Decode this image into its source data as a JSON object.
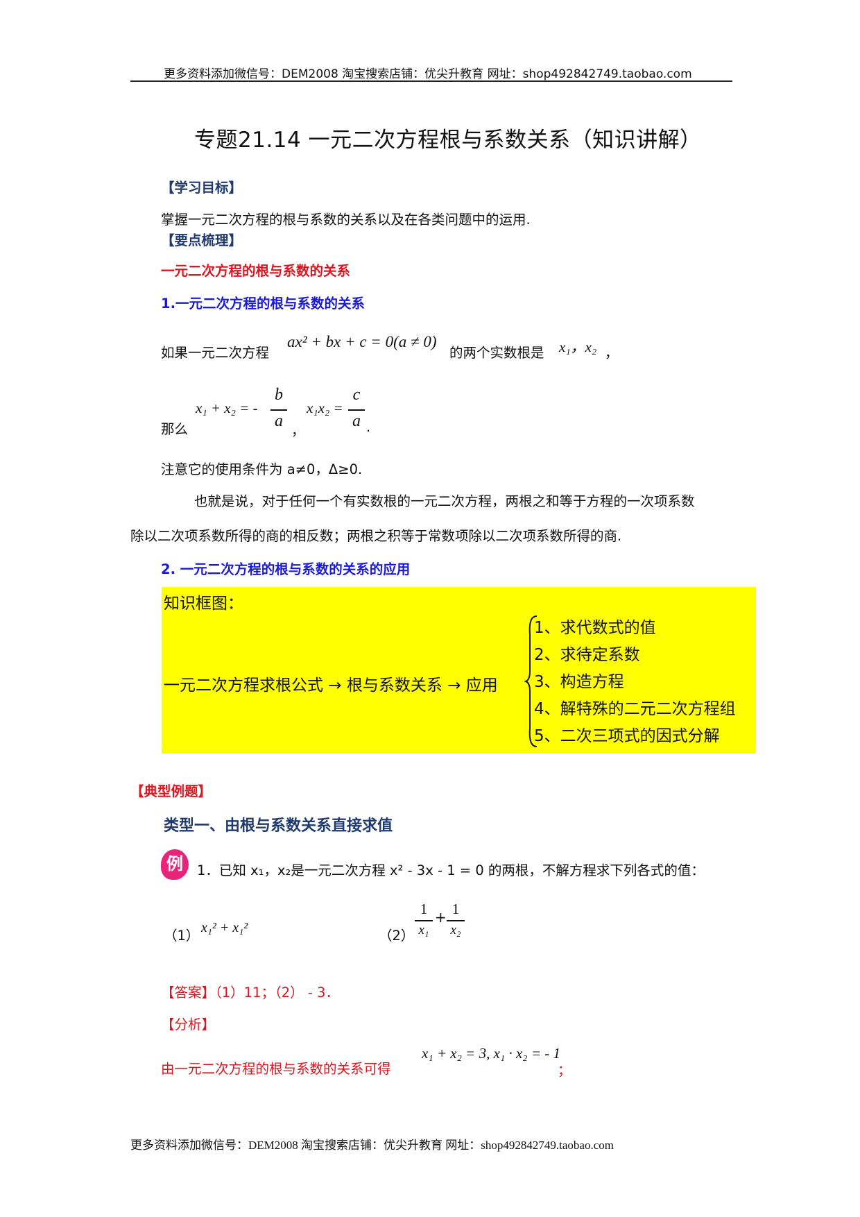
{
  "header_text": "更多资料添加微信号：DEM2008  淘宝搜索店铺：优尖升教育 网址：shop492842749.taobao.com",
  "footer_text": "更多资料添加微信号：DEM2008  淘宝搜索店铺：优尖升教育 网址：shop492842749.taobao.com",
  "title": "专题21.14 一元二次方程根与系数关系（知识讲解）",
  "sections": {
    "goal_heading": "【学习目标】",
    "goal_text": "掌握一元二次方程的根与系数的关系以及在各类问题中的运用.",
    "points_heading": "【要点梳理】",
    "subtitle_red": "一元二次方程的根与系数的关系",
    "point1_heading": "1.一元二次方程的根与系数的关系",
    "if_prefix": "如果一元二次方程",
    "equation": "ax² + bx + c = 0(a ≠ 0)",
    "if_suffix": "的两个实数根是",
    "roots": "x₁，x₂",
    "comma_end": "，",
    "then_word": "那么",
    "sum_lhs": "x₁ + x₂ = -",
    "sum_num": "b",
    "sum_den": "a",
    "prod_lhs": "x₁x₂ =",
    "prod_num": "c",
    "prod_den": "a",
    "mid_comma": "，",
    "end_dot": ".",
    "note": "注意它的使用条件为 a≠0，Δ≥0.",
    "para_line1": "也就是说，对于任何一个有实数根的一元二次方程，两根之和等于方程的一次项系数",
    "para_line2": "除以二次项系数所得的商的相反数；两根之积等于常数项除以二次项系数所得的商.",
    "point2_heading": "2.   一元二次方程的根与系数的关系的应用"
  },
  "framework": {
    "label": "知识框图：",
    "chain": "一元二次方程求根公式 → 根与系数关系 → 应用",
    "items": [
      "1、求代数式的值",
      "2、求待定系数",
      "3、构造方程",
      "4、解特殊的二元二次方程组",
      "5、二次三项式的因式分解"
    ],
    "background": "#ffff00"
  },
  "examples": {
    "heading": "【典型例题】",
    "type1": "类型一、由根与系数关系直接求值",
    "badge": "例",
    "ex1_text": "1．已知 x₁，x₂是一元二次方程 x² - 3x - 1 = 0 的两根，不解方程求下列各式的值：",
    "q1_label": "（1）",
    "q1_expr": "x₁² + x₁²",
    "q2_label": "（2）",
    "q2_num1": "1",
    "q2_den1": "x₁",
    "q2_plus": "+",
    "q2_num2": "1",
    "q2_den2": "x₂",
    "answer": "【答案】（1）11；（2） - 3．",
    "analysis_heading": "【分析】",
    "analysis_text": "由一元二次方程的根与系数的关系可得",
    "analysis_formula": "x₁ + x₂ = 3, x₁ · x₂ = - 1",
    "analysis_end": "；"
  },
  "colors": {
    "red": "#e0141e",
    "blue": "#1a1adc",
    "navy": "#1f3a6e",
    "badge": "#e8247a"
  }
}
